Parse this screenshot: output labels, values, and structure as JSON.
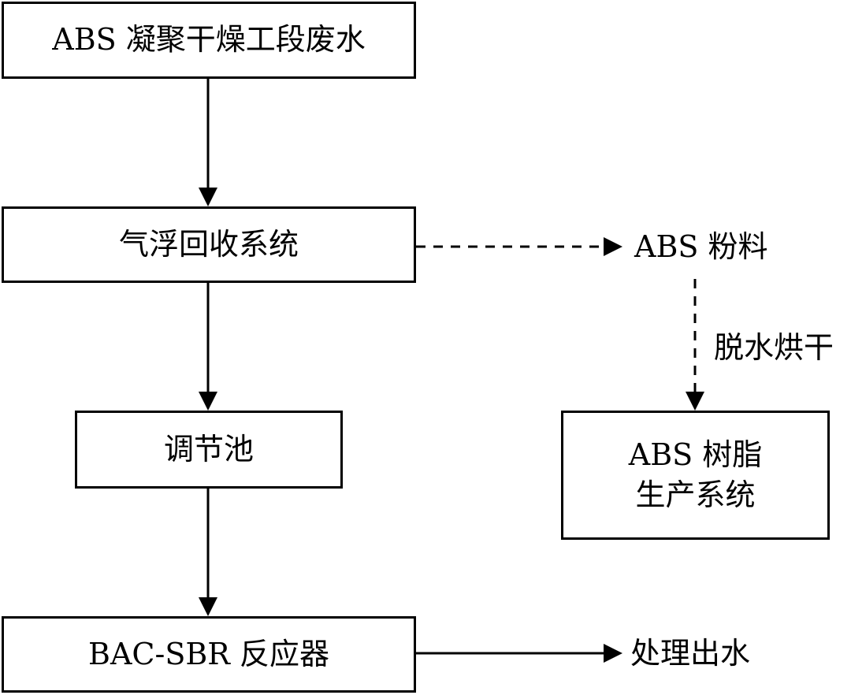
{
  "nodes": {
    "wastewater": "ABS 凝聚干燥工段废水",
    "flotation": "气浮回收系统",
    "equalization": "调节池",
    "reactor": "BAC-SBR 反应器",
    "resin_system": {
      "line1": "ABS 树脂",
      "line2": "生产系统"
    }
  },
  "labels": {
    "abs_powder": "ABS 粉料",
    "dewatering": "脱水烘干",
    "effluent": "处理出水"
  }
}
